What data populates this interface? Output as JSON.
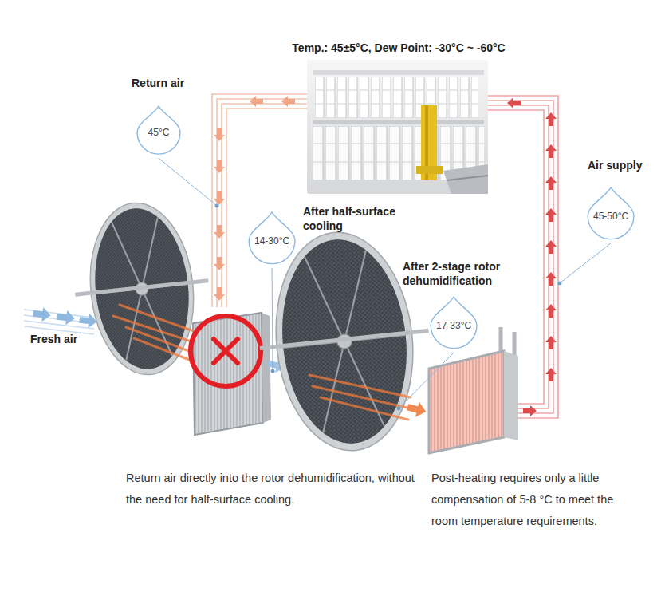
{
  "diagram": {
    "title": "Temp.: 45±5°C, Dew Point: -30°C ~ -60°C",
    "nodes": [
      {
        "text": [
          "Return air",
          "45°C"
        ]
      },
      {
        "text": [
          "After half-surface cooling",
          "14-30°C"
        ]
      },
      {
        "text": [
          "After 2-stage rotor dehumidification",
          "17-33°C"
        ]
      },
      {
        "text": [
          "Air supply",
          "45-50°C"
        ]
      }
    ],
    "labels": [
      "Fresh air",
      "Return air directly into the rotor dehumidification, without the need for half-surface cooling.",
      "Post-heating requires only a little compensation of 5-8 °C to meet the room temperature requirements."
    ]
  }
}
